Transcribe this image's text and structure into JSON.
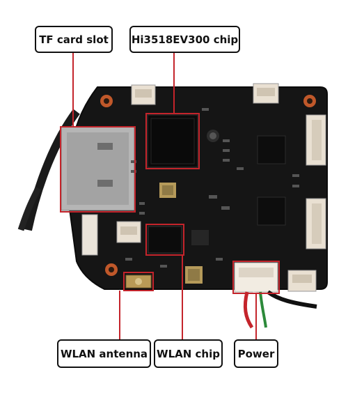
{
  "labels": {
    "tf_card_slot": "TF card slot",
    "chip": "Hi3518EV300 chip",
    "wlan_antenna": "WLAN antenna",
    "wlan_chip": "WLAN chip",
    "power": "Power"
  },
  "colors": {
    "board": "#141414",
    "callout_line": "#c4242b",
    "label_border": "#111111"
  }
}
